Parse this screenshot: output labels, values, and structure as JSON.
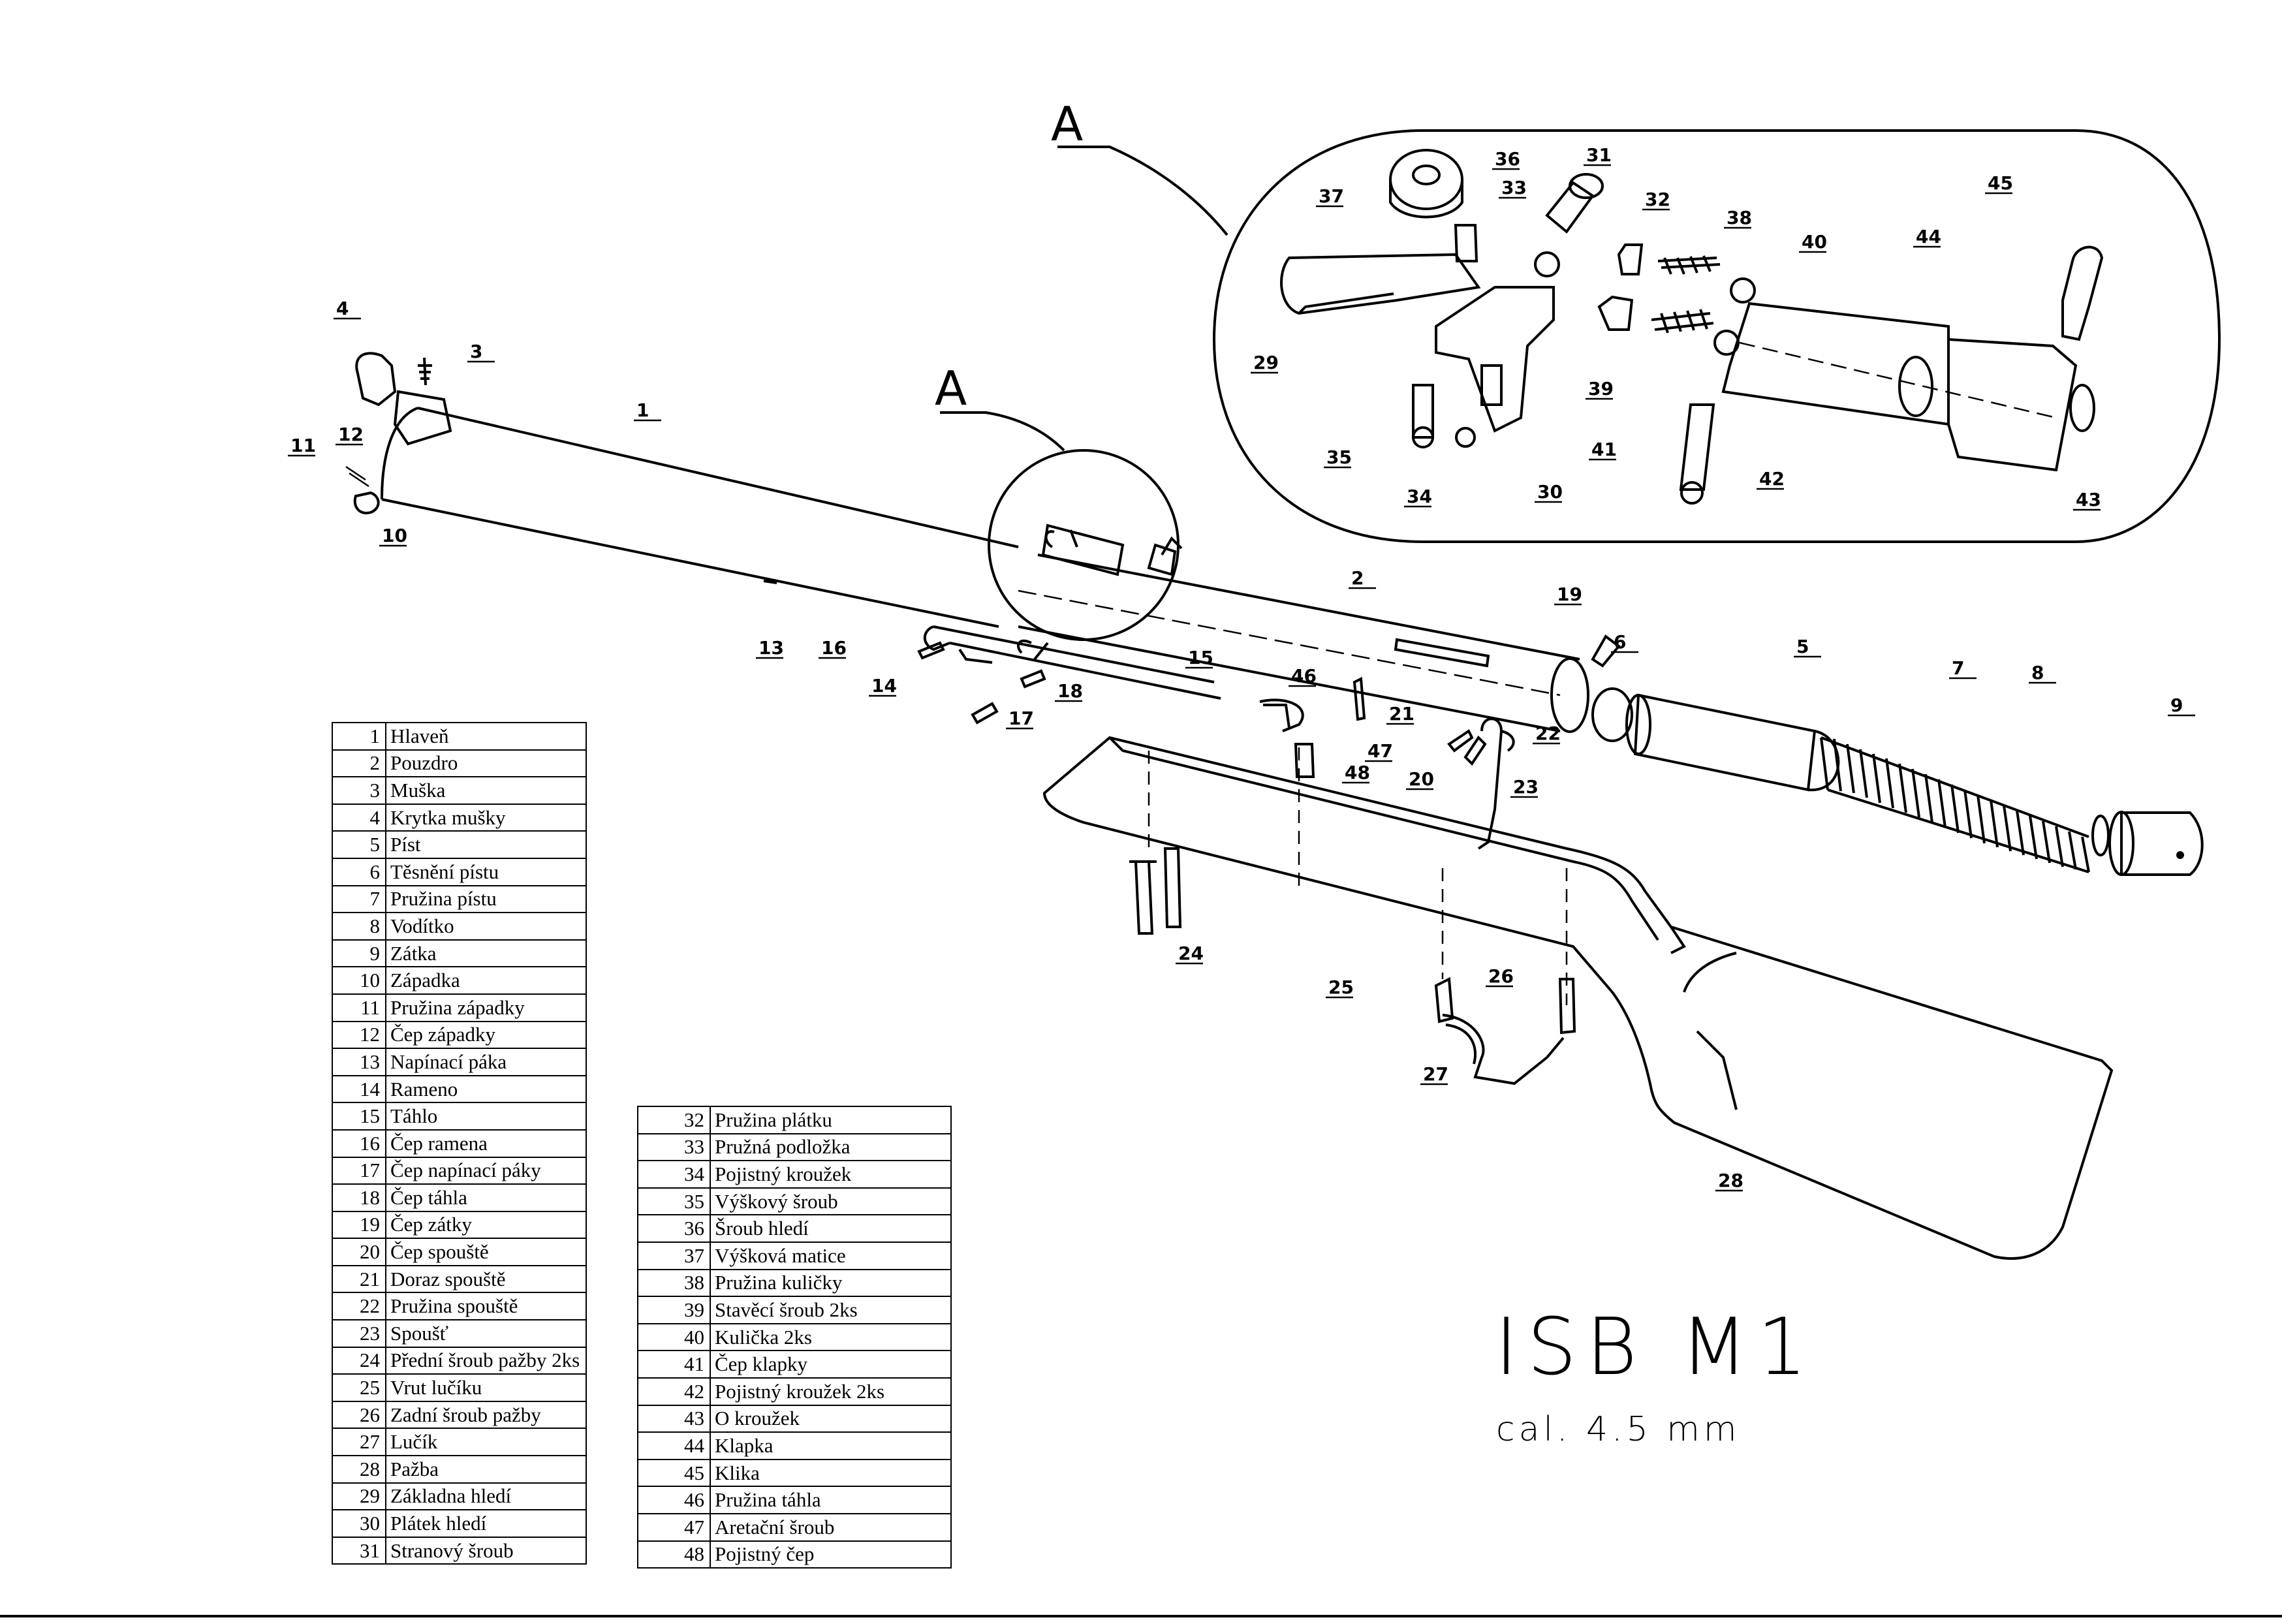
{
  "title": "ISB M1",
  "caliber": "cal. 4.5 mm",
  "detail_letter": "A",
  "callouts": [
    "1",
    "2",
    "3",
    "4",
    "5",
    "6",
    "7",
    "8",
    "9",
    "10",
    "11",
    "12",
    "13",
    "14",
    "15",
    "16",
    "17",
    "18",
    "19",
    "20",
    "21",
    "22",
    "23",
    "24",
    "25",
    "26",
    "27",
    "28",
    "29",
    "30",
    "31",
    "32",
    "33",
    "34",
    "35",
    "36",
    "37",
    "38",
    "39",
    "40",
    "41",
    "42",
    "43",
    "44",
    "45",
    "46",
    "47",
    "48"
  ],
  "parts_left": [
    {
      "num": "1",
      "name": "Hlaveň"
    },
    {
      "num": "2",
      "name": "Pouzdro"
    },
    {
      "num": "3",
      "name": "Muška"
    },
    {
      "num": "4",
      "name": "Krytka mušky"
    },
    {
      "num": "5",
      "name": "Píst"
    },
    {
      "num": "6",
      "name": "Těsnění pístu"
    },
    {
      "num": "7",
      "name": "Pružina pístu"
    },
    {
      "num": "8",
      "name": "Vodítko"
    },
    {
      "num": "9",
      "name": "Zátka"
    },
    {
      "num": "10",
      "name": "Západka"
    },
    {
      "num": "11",
      "name": "Pružina západky"
    },
    {
      "num": "12",
      "name": "Čep západky"
    },
    {
      "num": "13",
      "name": "Napínací páka"
    },
    {
      "num": "14",
      "name": "Rameno"
    },
    {
      "num": "15",
      "name": "Táhlo"
    },
    {
      "num": "16",
      "name": "Čep ramena"
    },
    {
      "num": "17",
      "name": "Čep napínací páky"
    },
    {
      "num": "18",
      "name": "Čep táhla"
    },
    {
      "num": "19",
      "name": "Čep zátky"
    },
    {
      "num": "20",
      "name": "Čep spouště"
    },
    {
      "num": "21",
      "name": "Doraz spouště"
    },
    {
      "num": "22",
      "name": "Pružina spouště"
    },
    {
      "num": "23",
      "name": "Spoušť"
    },
    {
      "num": "24",
      "name": "Přední šroub pažby 2ks"
    },
    {
      "num": "25",
      "name": "Vrut lučíku"
    },
    {
      "num": "26",
      "name": "Zadní šroub pažby"
    },
    {
      "num": "27",
      "name": "Lučík"
    },
    {
      "num": "28",
      "name": "Pažba"
    },
    {
      "num": "29",
      "name": "Základna hledí"
    },
    {
      "num": "30",
      "name": "Plátek hledí"
    },
    {
      "num": "31",
      "name": "Stranový šroub"
    }
  ],
  "parts_right": [
    {
      "num": "32",
      "name": "Pružina plátku"
    },
    {
      "num": "33",
      "name": "Pružná podložka"
    },
    {
      "num": "34",
      "name": "Pojistný kroužek"
    },
    {
      "num": "35",
      "name": "Výškový šroub"
    },
    {
      "num": "36",
      "name": "Šroub hledí"
    },
    {
      "num": "37",
      "name": "Výšková matice"
    },
    {
      "num": "38",
      "name": "Pružina kuličky"
    },
    {
      "num": "39",
      "name": "Stavěcí šroub 2ks"
    },
    {
      "num": "40",
      "name": "Kulička 2ks"
    },
    {
      "num": "41",
      "name": "Čep klapky"
    },
    {
      "num": "42",
      "name": "Pojistný kroužek 2ks"
    },
    {
      "num": "43",
      "name": "O kroužek"
    },
    {
      "num": "44",
      "name": "Klapka"
    },
    {
      "num": "45",
      "name": "Klika"
    },
    {
      "num": "46",
      "name": "Pružina táhla"
    },
    {
      "num": "47",
      "name": "Aretační šroub"
    },
    {
      "num": "48",
      "name": "Pojistný čep"
    }
  ]
}
